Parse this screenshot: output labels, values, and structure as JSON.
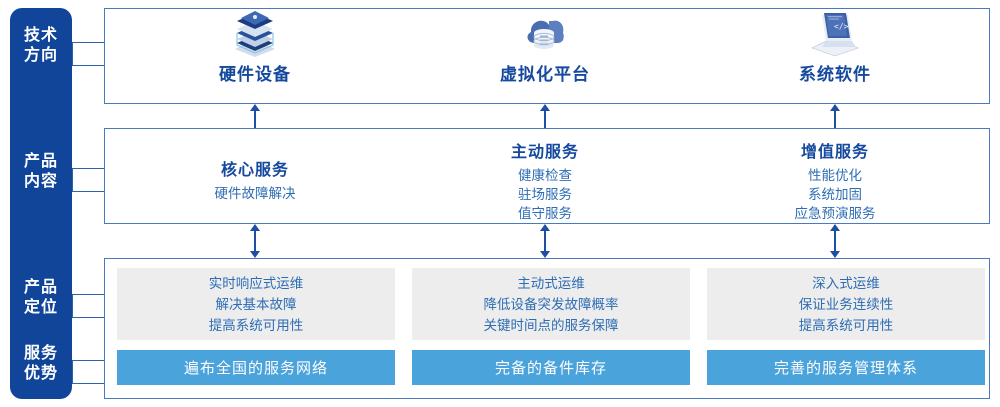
{
  "rail": {
    "sections": [
      {
        "id": "tech-direction",
        "lines": [
          "技术",
          "方向"
        ]
      },
      {
        "id": "product-content",
        "lines": [
          "产品",
          "内容"
        ]
      },
      {
        "id": "product-positioning",
        "lines": [
          "产品",
          "定位"
        ]
      },
      {
        "id": "service-advantage",
        "lines": [
          "服务",
          "优势"
        ]
      }
    ]
  },
  "tech_row": {
    "columns": [
      {
        "icon": "server-stack-icon",
        "title": "硬件设备"
      },
      {
        "icon": "cloud-database-icon",
        "title": "虚拟化平台"
      },
      {
        "icon": "code-laptop-icon",
        "title": "系统软件"
      }
    ]
  },
  "product_row": {
    "columns": [
      {
        "title": "核心服务",
        "items": [
          "硬件故障解决"
        ]
      },
      {
        "title": "主动服务",
        "items": [
          "健康检查",
          "驻场服务",
          "值守服务"
        ]
      },
      {
        "title": "增值服务",
        "items": [
          "性能优化",
          "系统加固",
          "应急预演服务"
        ]
      }
    ]
  },
  "positioning_row": {
    "boxes": [
      {
        "lines": [
          "实时响应式运维",
          "解决基本故障",
          "提高系统可用性"
        ]
      },
      {
        "lines": [
          "主动式运维",
          "降低设备突发故障概率",
          "关键时间点的服务保障"
        ]
      },
      {
        "lines": [
          "深入式运维",
          "保证业务连续性",
          "提高系统可用性"
        ]
      }
    ]
  },
  "advantage_row": {
    "bars": [
      {
        "label": "遍布全国的服务网络"
      },
      {
        "label": "完备的备件库存"
      },
      {
        "label": "完善的服务管理体系"
      }
    ]
  },
  "colors": {
    "rail_navy": "#10459A",
    "panel_border": "#4B79BE",
    "title_blue": "#14499E",
    "body_blue": "#2E6DB4",
    "gray_box": "#EDEDED",
    "bar_blue": "#4BA3DC",
    "arrow_blue": "#1F4FA0"
  }
}
